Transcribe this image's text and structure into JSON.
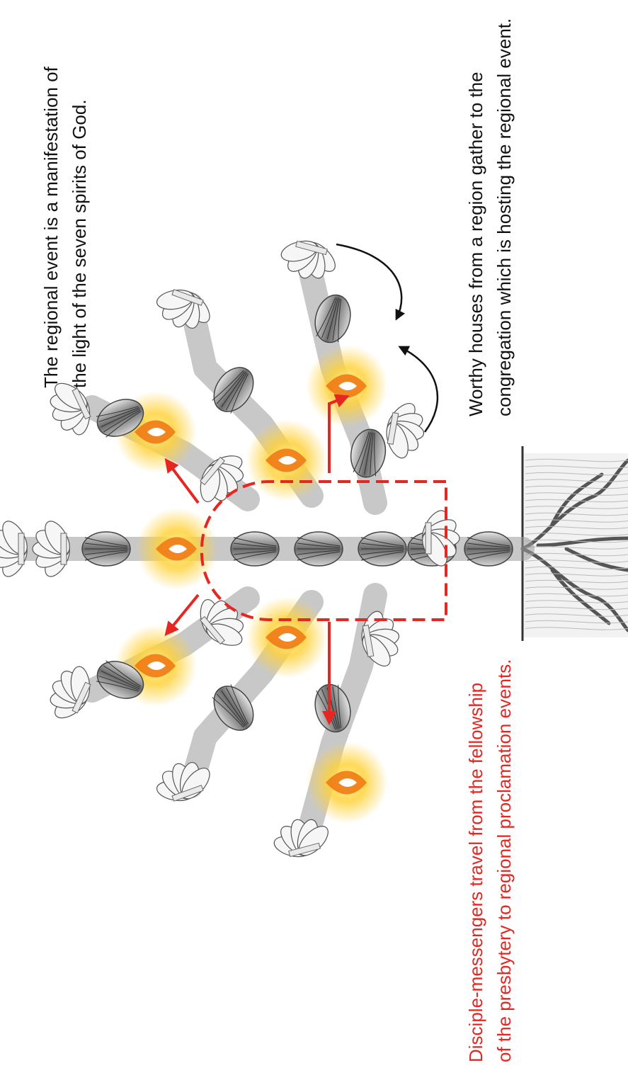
{
  "captions": {
    "regional_event": {
      "line1": "The regional event is a manifestation of",
      "line2": "the light of the seven spirits of God."
    },
    "worthy_houses": {
      "line1": "Worthy houses from a region gather to the",
      "line2": "congregation which is hosting the regional event."
    },
    "disciple_messengers": {
      "line1": "Disciple-messengers travel from the fellowship",
      "line2": "of the presbytery to regional proclamation events."
    }
  },
  "colors": {
    "caption_text": "#111111",
    "messenger_text": "#e52621",
    "messenger_arrow": "#e52621",
    "gather_arrow": "#111111",
    "flame_glow": "#ffd23a",
    "flame_core": "#f07a14",
    "bud_dark": "#5a5a5a",
    "bud_light": "#cfcfcf",
    "blossom": "#f6f6f6",
    "presbytery_boundary": "#e52621"
  },
  "icons": {
    "blossom": "flower-blossom-icon",
    "bud": "flower-bud-icon",
    "flame": "flame-icon",
    "roots": "roots-icon"
  }
}
